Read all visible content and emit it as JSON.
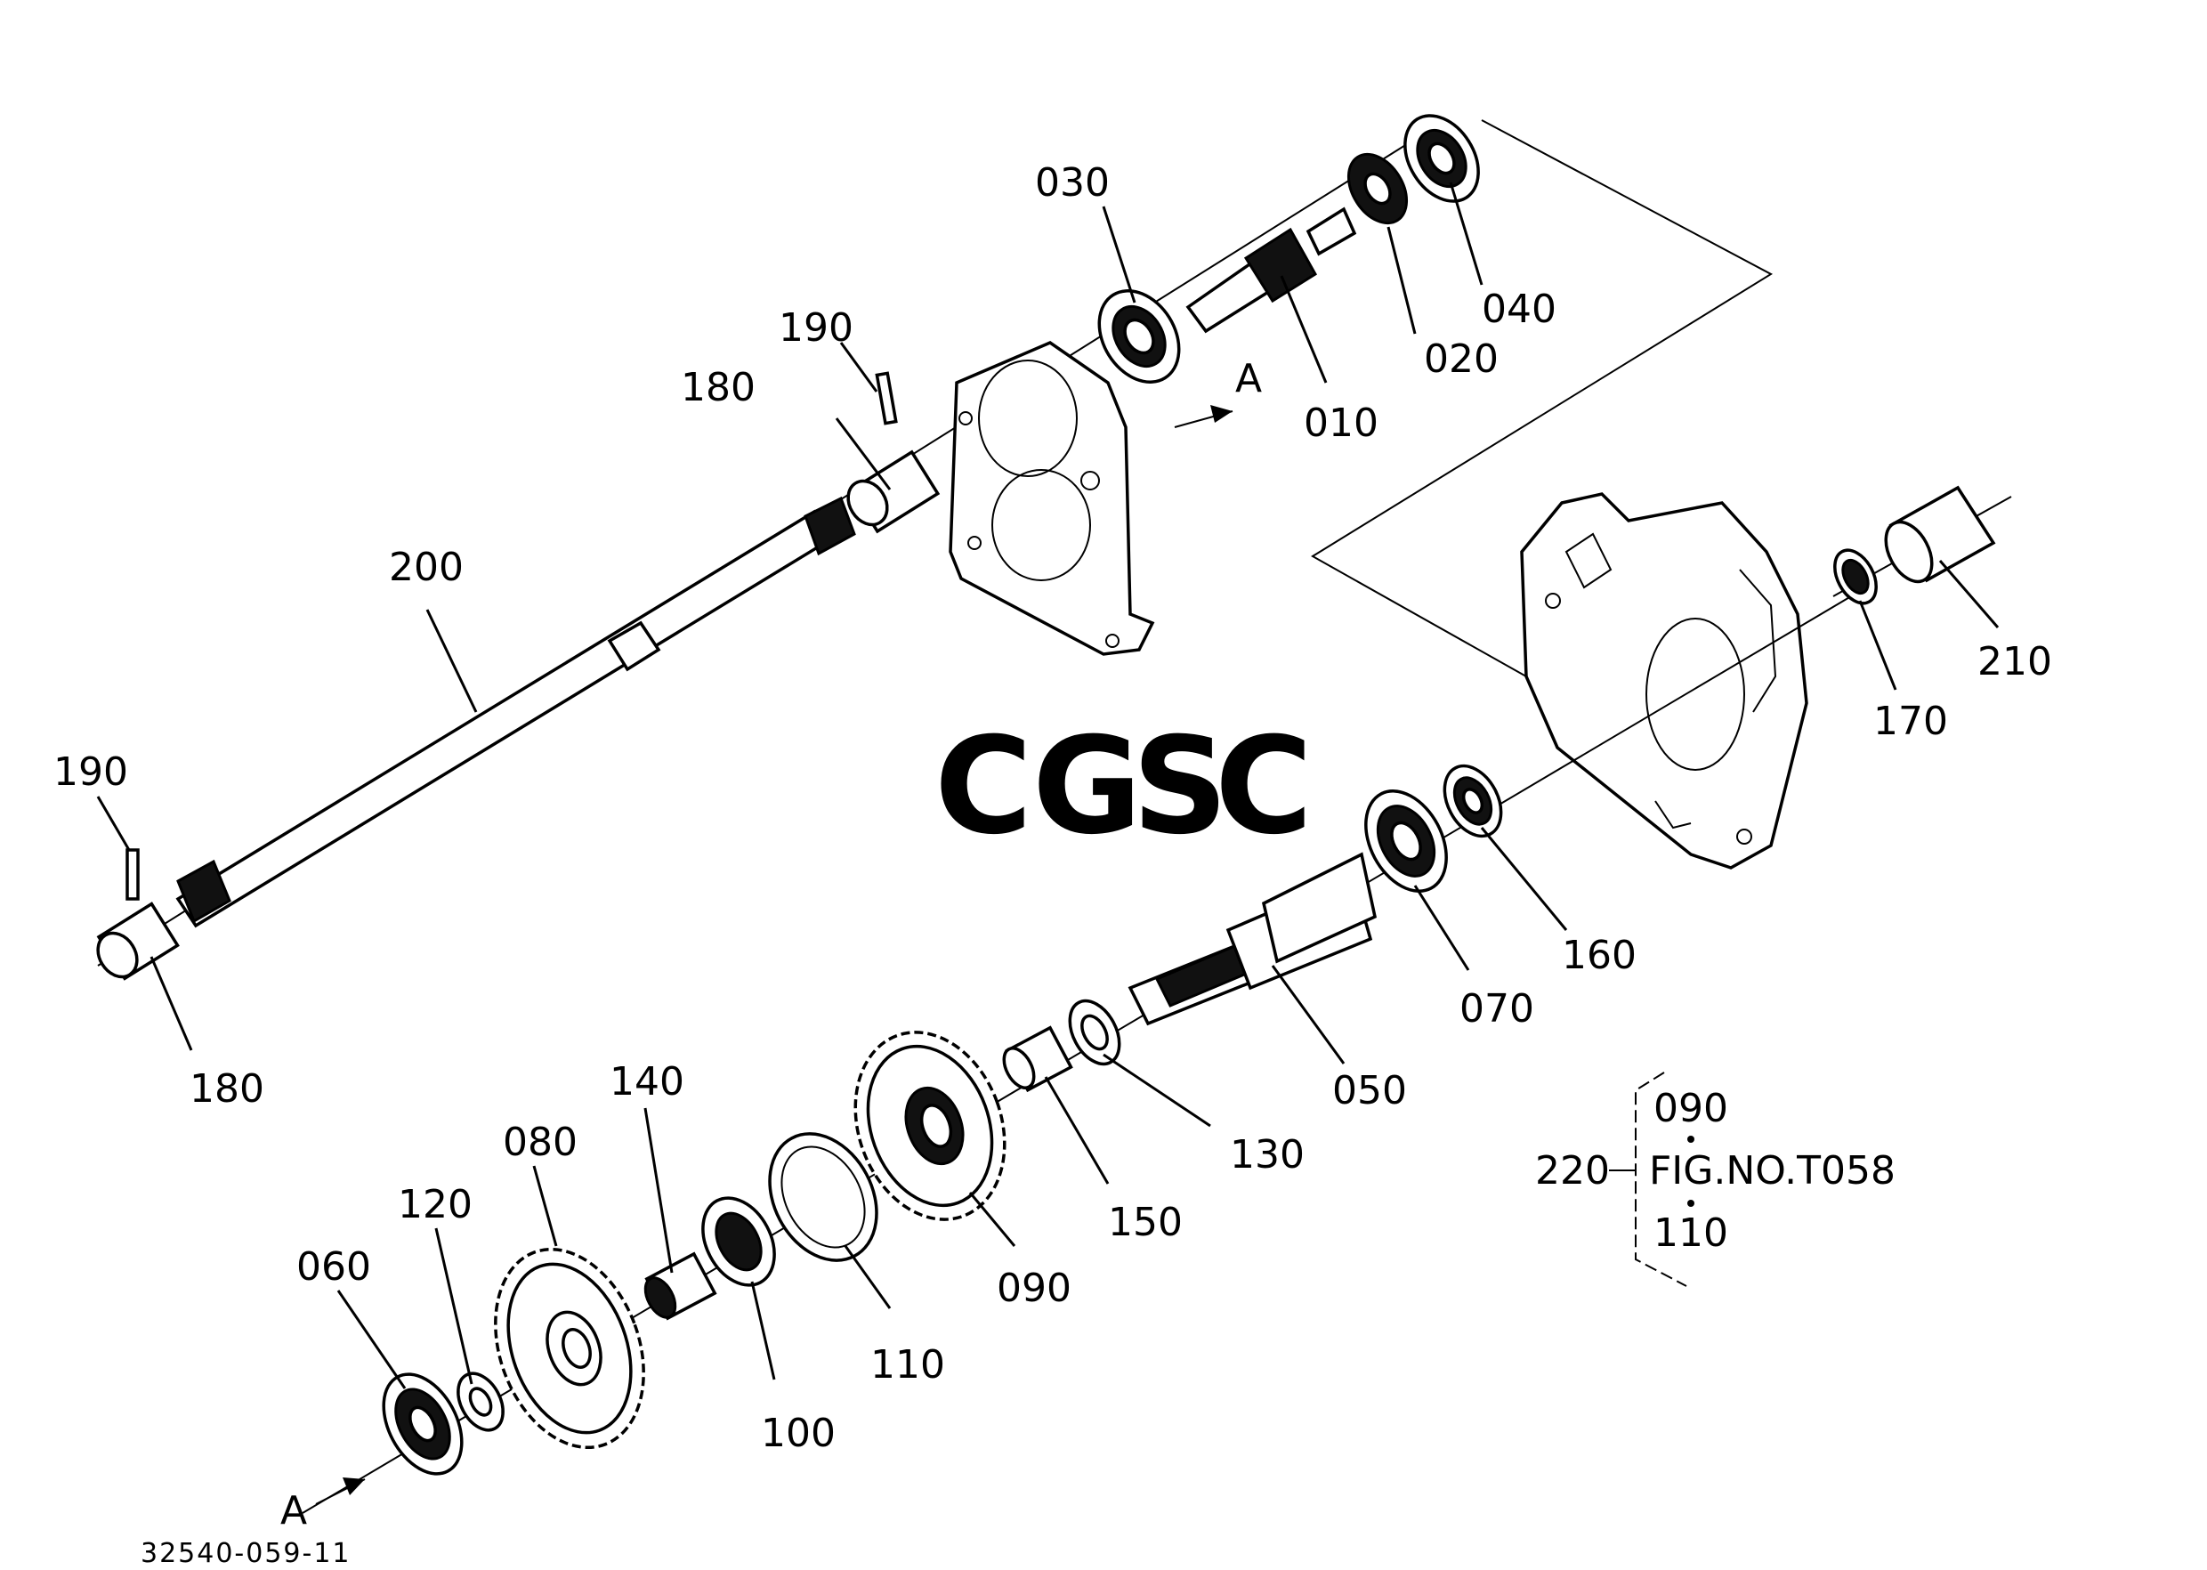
{
  "labels": {
    "p010": "010",
    "p020": "020",
    "p030": "030",
    "p040": "040",
    "p050": "050",
    "p060": "060",
    "p070": "070",
    "p080": "080",
    "p090": "090",
    "p100": "100",
    "p110": "110",
    "p120": "120",
    "p130": "130",
    "p140": "140",
    "p150": "150",
    "p160": "160",
    "p170": "170",
    "p180a": "180",
    "p180b": "180",
    "p190a": "190",
    "p190b": "190",
    "p200": "200",
    "p210": "210",
    "p220": "220"
  },
  "axis_marks": {
    "a_top": "A",
    "a_bottom": "A"
  },
  "reference_box": {
    "top": "090",
    "middle": "FIG.NO.T058",
    "bottom": "110"
  },
  "drawing_number": "32540-059-11",
  "watermark": {
    "text": "CGSC",
    "colors": [
      "#6fa0ef",
      "#ef8f84",
      "#f3d35c",
      "#7cc29e"
    ]
  }
}
